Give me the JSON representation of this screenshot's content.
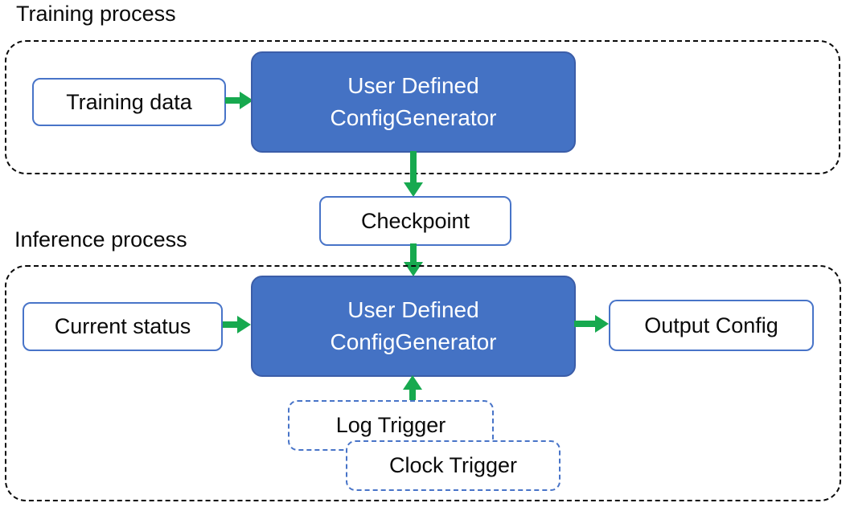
{
  "diagram": {
    "training": {
      "label": "Training process",
      "input_box": "Training data",
      "generator_line1": "User Defined",
      "generator_line2": "ConfigGenerator"
    },
    "checkpoint": "Checkpoint",
    "inference": {
      "label": "Inference process",
      "input_box": "Current status",
      "generator_line1": "User Defined",
      "generator_line2": "ConfigGenerator",
      "output_box": "Output Config",
      "triggers": [
        "Log Trigger",
        "Clock Trigger"
      ]
    },
    "colors": {
      "accent_blue_fill": "#4472c4",
      "accent_blue_border": "#3b5da8",
      "light_box_border": "#4874c8",
      "arrow_green": "#17a94f",
      "region_dash": "#0a0a0a"
    }
  }
}
